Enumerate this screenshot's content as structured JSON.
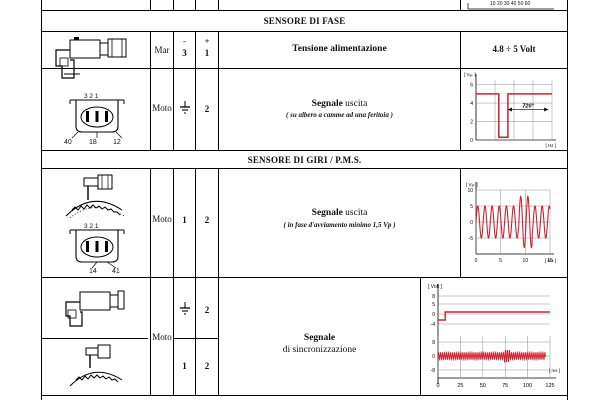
{
  "top_axis_ticks": "10 20 30 40 50 60",
  "sections": {
    "phase": "SENSORE DI FASE",
    "rpm": "SENSORE DI GIRI / P.M.S."
  },
  "rows": {
    "r1": {
      "brand": "Mar",
      "col_a_top": "-",
      "col_a": "3",
      "col_b_top": "+",
      "col_b": "1",
      "desc_bold": "Tensione alimentazione",
      "value": "4.8 ÷ 5 Volt"
    },
    "r2": {
      "brand": "Moto",
      "col_b": "2",
      "desc_bold": "Segnale",
      "desc_rest": " uscita",
      "desc_sub": "( su albero a camme ad una feritoia )",
      "pins": "3 2 1",
      "pin_left": "40",
      "pin_mid": "18",
      "pin_right": "12"
    },
    "r3": {
      "brand": "Moto",
      "col_a": "1",
      "col_b": "2",
      "desc_bold": "Segnale",
      "desc_rest": " uscita",
      "desc_sub": "( in fase d'avviamento minimo 1,5 Vp )",
      "pins": "3 2 1",
      "pin_left": "14",
      "pin_right": "41"
    },
    "r4": {
      "brand": "Moto",
      "col_b_top": "2",
      "col_a_bottom": "1",
      "col_b_bottom": "2",
      "desc_bold": "Segnale",
      "desc_rest": "di sincronizzazione"
    }
  },
  "chart_data": [
    {
      "type": "line",
      "ylabel": "[ Vₐₖ ]",
      "xlabel": "[ Hz ]",
      "yticks": [
        "6",
        "4",
        "2",
        "0"
      ],
      "annotation": "720°",
      "series": [
        {
          "x": [
            0,
            0.3,
            0.3,
            0.42,
            0.42,
            1.0
          ],
          "y": [
            5,
            5,
            0.3,
            0.3,
            5,
            5
          ]
        }
      ],
      "ylim": [
        0,
        6.5
      ]
    },
    {
      "type": "line",
      "ylabel": "[ Vₐₖ ]",
      "xlabel": "[ ms ]",
      "yticks": [
        "10",
        "5",
        "0",
        "-5"
      ],
      "xticks": [
        "0",
        "5",
        "10",
        "15"
      ],
      "series": [
        {
          "name": "sine",
          "amplitude": 5,
          "freq_hz": 600,
          "notch_ms": 10
        }
      ],
      "xlim": [
        0,
        15
      ],
      "ylim": [
        -10,
        10
      ]
    },
    {
      "type": "line",
      "ylabel": "[ Volt ]",
      "xlabel": "[ ms ]",
      "yticks_top": [
        "8",
        "5",
        "0",
        "-4"
      ],
      "yticks_bottom": [
        "8",
        "0",
        "-8"
      ],
      "xticks": [
        "0",
        "25",
        "50",
        "75",
        "100",
        "125"
      ],
      "xlim": [
        0,
        125
      ]
    }
  ]
}
